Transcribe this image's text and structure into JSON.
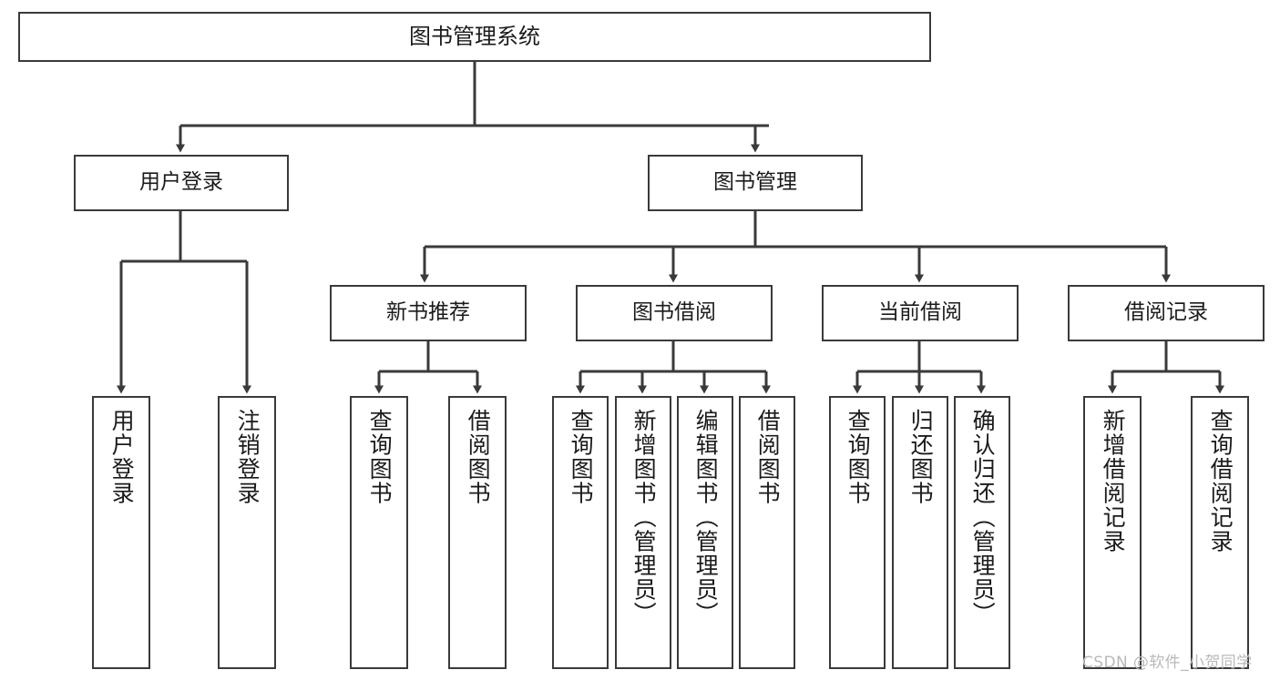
{
  "diagram": {
    "type": "hierarchy-tree",
    "title": "图书管理系统",
    "orientation": "top-down",
    "stroke_color": "#3a3a3a",
    "fill_color": "#ffffff",
    "levels": 4
  },
  "nodes": {
    "root": {
      "label": "图书管理系统",
      "level": 0
    },
    "level1": [
      {
        "id": "user-login",
        "label": "用户登录"
      },
      {
        "id": "book-manage",
        "label": "图书管理"
      }
    ],
    "level2": [
      {
        "id": "new-book-recommend",
        "label": "新书推荐"
      },
      {
        "id": "book-borrow",
        "label": "图书借阅"
      },
      {
        "id": "current-borrow",
        "label": "当前借阅"
      },
      {
        "id": "borrow-record",
        "label": "借阅记录"
      }
    ],
    "leaves": {
      "user-login": [
        {
          "id": "leaf-user-login",
          "label": "用户登录"
        },
        {
          "id": "leaf-logout-login",
          "label": "注销登录"
        }
      ],
      "new-book-recommend": [
        {
          "id": "leaf-query-book-1",
          "label": "查询图书"
        },
        {
          "id": "leaf-borrow-book-1",
          "label": "借阅图书"
        }
      ],
      "book-borrow": [
        {
          "id": "leaf-query-book-2",
          "label": "查询图书"
        },
        {
          "id": "leaf-add-book",
          "label": "新增图书（管理员）"
        },
        {
          "id": "leaf-edit-book",
          "label": "编辑图书（管理员）"
        },
        {
          "id": "leaf-borrow-book-2",
          "label": "借阅图书"
        }
      ],
      "current-borrow": [
        {
          "id": "leaf-query-book-3",
          "label": "查询图书"
        },
        {
          "id": "leaf-return-book",
          "label": "归还图书"
        },
        {
          "id": "leaf-confirm-return",
          "label": "确认归还（管理员）"
        }
      ],
      "borrow-record": [
        {
          "id": "leaf-add-record",
          "label": "新增借阅记录"
        },
        {
          "id": "leaf-query-record",
          "label": "查询借阅记录"
        }
      ]
    }
  },
  "watermark": {
    "text": "CSDN @软件_小贺同学"
  }
}
